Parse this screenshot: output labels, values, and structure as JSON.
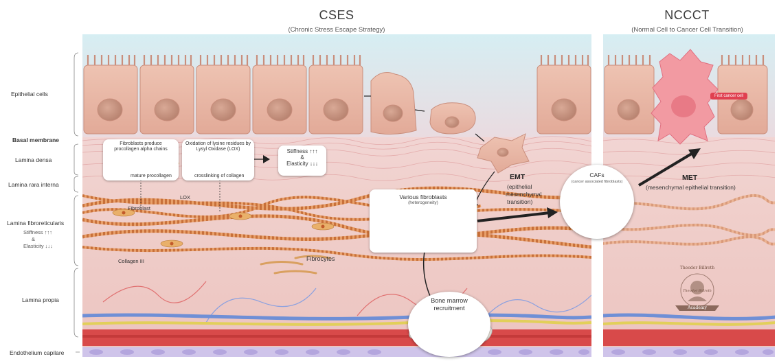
{
  "headers": {
    "cses_title": "CSES",
    "cses_subtitle": "(Chronic Stress Escape Strategy)",
    "nccct_title": "NCCCT",
    "nccct_subtitle": "(Normal Cell to Cancer Cell Transition)"
  },
  "layers": {
    "epithelial": "Epithelial cells",
    "basal": "Basal membrane",
    "dense": "Lamina densa",
    "rara": "Lamina rara interna",
    "fibro": "Lamina fibroreticularis",
    "fibro_stiff": "Stiffness",
    "fibro_and": "&",
    "fibro_elastic": "Elasticity",
    "propria": "Lamina propia",
    "endo": "Endothelium capilare"
  },
  "boxes": {
    "procollagen_title": "Fibroblasts produce procollagen alpha chains",
    "procollagen_caption": "mature procollagen",
    "lox_title": "Oxidation of lysine residues by Lysyl Oxidase (LOX)",
    "lox_caption": "crosslinking of collagen",
    "stiffness": "Stiffness",
    "and": "&",
    "elasticity": "Elasticity",
    "fibroblasts_title": "Various fibroblasts",
    "fibroblasts_sub": "(heterogeneity)"
  },
  "labels": {
    "fibroblast": "Fibroblast",
    "lox": "LOX",
    "collagen3": "Collagen III",
    "fibrocytes": "Fibrocytes",
    "bone_marrow_1": "Bone marrow",
    "bone_marrow_2": "recruitment",
    "emt": "EMT",
    "emt_1": "(epithelial",
    "emt_2": "mesenchymal",
    "emt_3": "transition)",
    "cafs": "CAFs",
    "cafs_sub": "(cancer associated fibroblasts)",
    "met": "MET",
    "met_sub": "(mesenchymal epithelial transition)",
    "first_cancer": "First cancer cell",
    "logo_top": "Theodor Billroth",
    "logo_sig": "Theodor Billroth",
    "logo_bottom": "Academy"
  },
  "colors": {
    "epithelium": "#e8b8a8",
    "cell_outline": "#c98e7c",
    "nucleus": "#c99380",
    "sky": "#d9eef2",
    "tissue": "#f1d4d0",
    "fibril": "#d8824a",
    "cancer": "#f08a94",
    "caf": "#ee8c3e",
    "vessel_red": "#d33a3a",
    "vessel_blue": "#6f8fd6",
    "nerve": "#e2cf5a",
    "arrow": "#222222",
    "badge": "#e04050"
  }
}
